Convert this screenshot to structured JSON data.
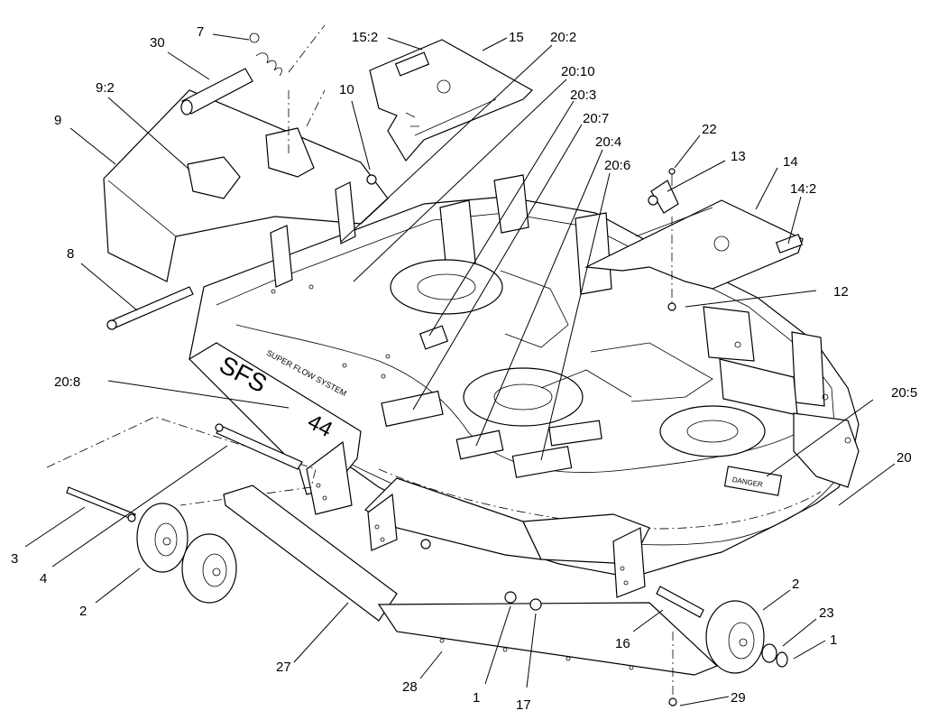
{
  "callouts": {
    "c7": "7",
    "c30": "30",
    "c15_2": "15:2",
    "c15": "15",
    "c20_2": "20:2",
    "c9_2": "9:2",
    "c10": "10",
    "c20_10": "20:10",
    "c20_3": "20:3",
    "c9": "9",
    "c20_7": "20:7",
    "c20_4": "20:4",
    "c20_6": "20:6",
    "c22": "22",
    "c13": "13",
    "c14": "14",
    "c14_2": "14:2",
    "c8": "8",
    "c12": "12",
    "c20_8": "20:8",
    "c20_5": "20:5",
    "c20": "20",
    "c3": "3",
    "c4": "4",
    "c2a": "2",
    "c2b": "2",
    "c23": "23",
    "c1a": "1",
    "c16": "16",
    "c27": "27",
    "c28": "28",
    "c1b": "1",
    "c17": "17",
    "c29": "29"
  },
  "decals": {
    "brand": "SFS",
    "system": "SUPER FLOW SYSTEM",
    "model": "44",
    "danger": "DANGER"
  }
}
